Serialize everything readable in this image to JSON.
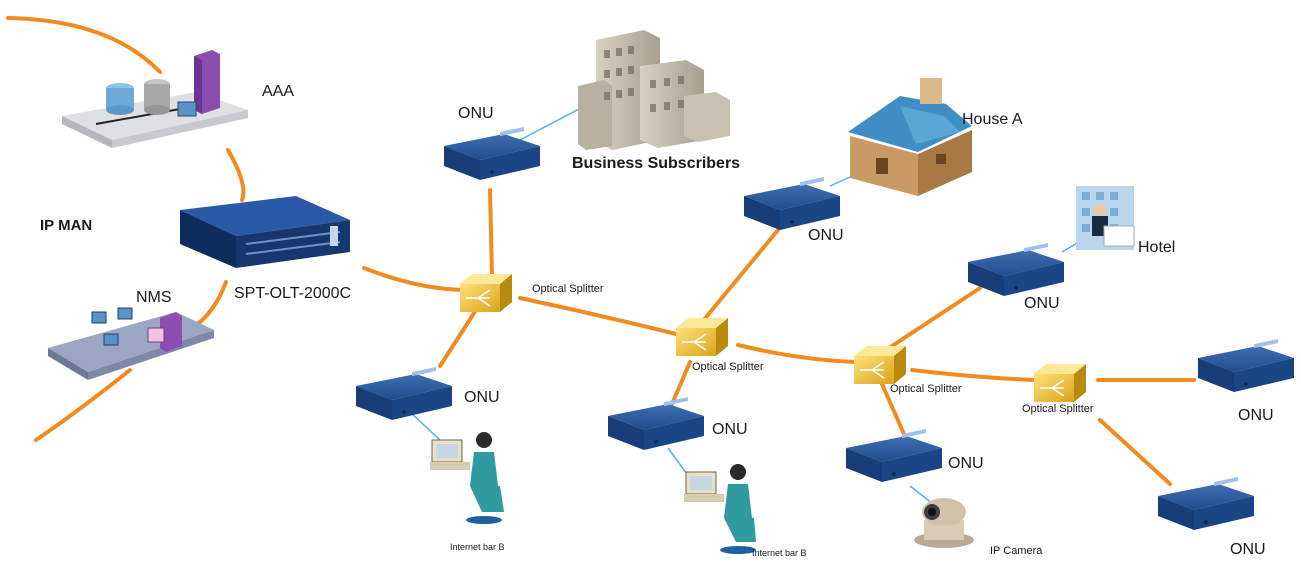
{
  "diagram": {
    "nodes": {
      "aaa": "AAA",
      "ip_man": "IP MAN",
      "olt": "SPT-OLT-2000C",
      "nms": "NMS",
      "business": "Business Subscribers",
      "house": "House A",
      "hotel": "Hotel",
      "ip_camera": "IP Camera",
      "internet_bar_1": "Internet bar B",
      "internet_bar_2": "Internet bar B"
    },
    "onu_labels": [
      "ONU",
      "ONU",
      "ONU",
      "ONU",
      "ONU",
      "ONU",
      "ONU",
      "ONU"
    ],
    "splitter_labels": [
      "Optical Splitter",
      "Optical Splitter",
      "Optical Splitter",
      "Optical Splitter"
    ]
  }
}
